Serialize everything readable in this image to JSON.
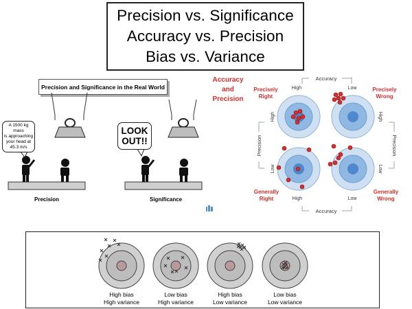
{
  "title": {
    "lines": [
      "Precision vs. Significance",
      "Accuracy vs. Precision",
      "Bias vs. Variance"
    ]
  },
  "comic": {
    "header": "Precision and Significance in the Real World",
    "speech_left": "A 1500 kg mass\nis approaching\nyour head at\n45.3 m/s",
    "speech_right": "LOOK\nOUT!!",
    "caption_left": "Precision",
    "caption_right": "Significance"
  },
  "accuracy_diagram": {
    "title": "Accuracy\nand\nPrecision",
    "top_axis": "Accuracy",
    "bottom_axis": "Accuracy",
    "left_axis": "Precision",
    "right_axis": "Precision",
    "top_high": "High",
    "top_low": "Low",
    "bottom_high": "High",
    "bottom_low": "Low",
    "left_high": "High",
    "left_low": "Low",
    "right_high": "High",
    "right_low": "Low",
    "q_tl": "Precisely\nRight",
    "q_tr": "Precisely\nWrong",
    "q_bl": "Generally\nRight",
    "q_br": "Generally\nWrong",
    "accent": "#d32f2f",
    "target_outer": "#cfe0f2",
    "target_mid": "#8fb8e3",
    "target_inner": "#4f88cc"
  },
  "bias_variance": {
    "targets": [
      {
        "line1": "High bias",
        "line2": "High variance"
      },
      {
        "line1": "Low bias",
        "line2": "High variance"
      },
      {
        "line1": "High bias",
        "line2": "Low variance"
      },
      {
        "line1": "Low bias",
        "line2": "Low variance"
      }
    ]
  }
}
